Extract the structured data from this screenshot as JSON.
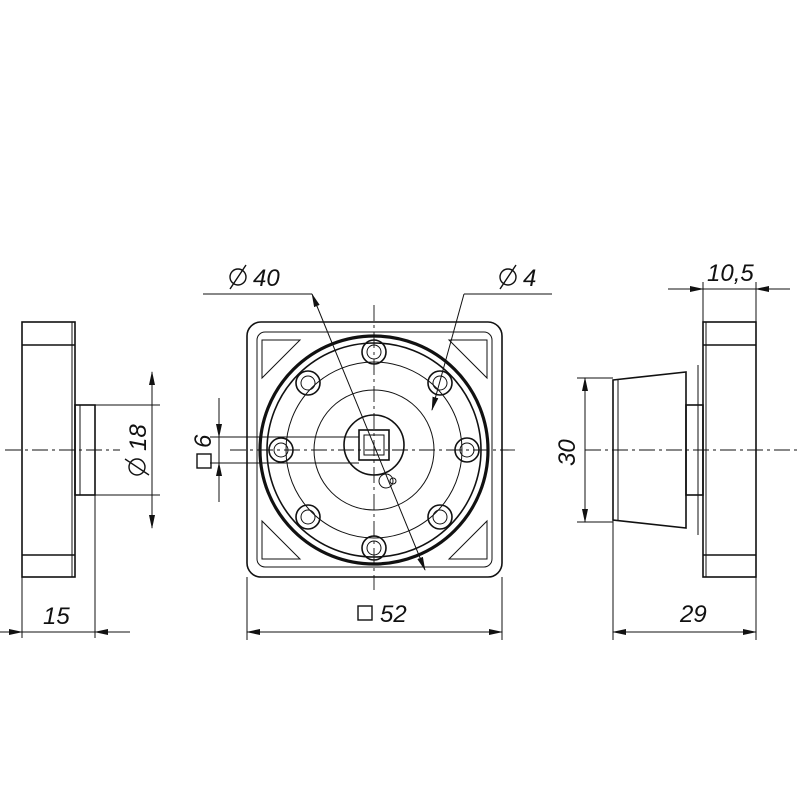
{
  "drawing": {
    "dimensions": {
      "dia_40": "40",
      "dia_4": "4",
      "dia_18": "18",
      "square_6": "6",
      "square_52": "52",
      "height_30": "30",
      "width_10_5": "10,5",
      "width_15": "15",
      "width_29": "29"
    }
  }
}
